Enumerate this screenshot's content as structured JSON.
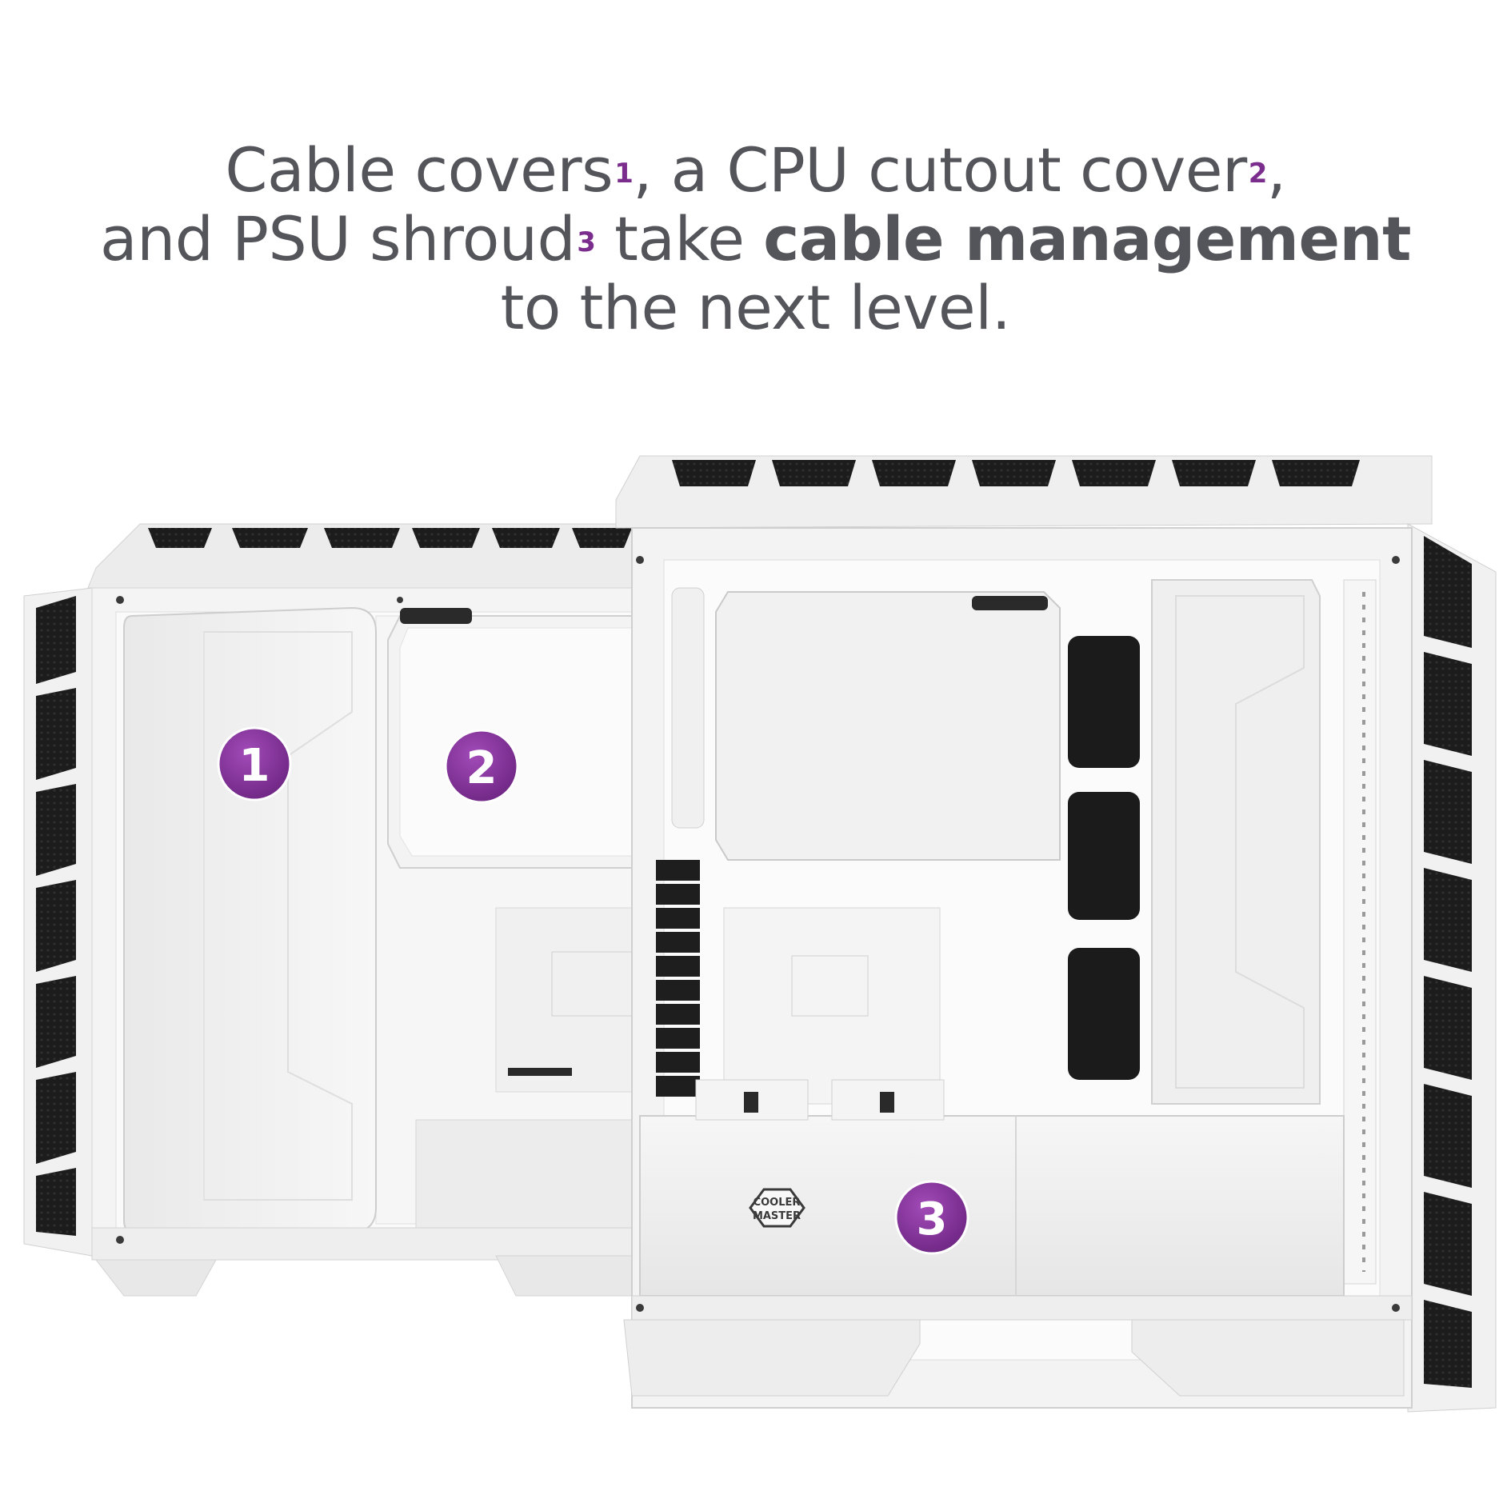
{
  "headline": {
    "line1_part1": "Cable covers",
    "sup1": "1",
    "line1_part2": ", a CPU cutout cover",
    "sup2": "2",
    "line1_part3": ",",
    "line2_part1": "and PSU shroud",
    "sup3": "3",
    "line2_part2": " take ",
    "line2_bold": "cable management",
    "line3": "to the next level."
  },
  "badges": {
    "cable_covers": "1",
    "cpu_cutout_cover": "2",
    "psu_shroud": "3"
  },
  "logo": {
    "line1": "COOLER",
    "line2": "MASTER"
  },
  "colors": {
    "text": "#54555a",
    "accent": "#7b2d8e",
    "badge_fill": "#8a3aa0",
    "case_white": "#f2f2f2",
    "mesh": "#1c1c1c"
  }
}
